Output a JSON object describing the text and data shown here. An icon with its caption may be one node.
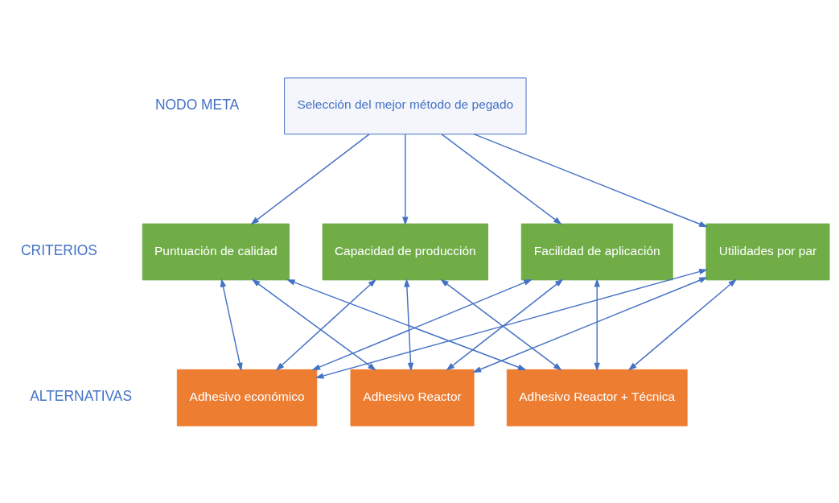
{
  "diagram": {
    "nodes": [
      {
        "text": [
          "Selección del mejor método de pegado"
        ]
      },
      {
        "text": [
          "Puntuación de calidad"
        ]
      },
      {
        "text": [
          "Capacidad de producción"
        ]
      },
      {
        "text": [
          "Facilidad de aplicación"
        ]
      },
      {
        "text": [
          "Utilidades por par"
        ]
      },
      {
        "text": [
          "Adhesivo económico"
        ]
      },
      {
        "text": [
          "Adhesivo Reactor"
        ]
      },
      {
        "text": [
          "Adhesivo Reactor + Técnica"
        ]
      }
    ],
    "edges": [
      {
        "from": 0,
        "to": 1,
        "arrow": "to"
      },
      {
        "from": 0,
        "to": 2,
        "arrow": "to"
      },
      {
        "from": 0,
        "to": 3,
        "arrow": "to"
      },
      {
        "from": 0,
        "to": 4,
        "arrow": "to"
      },
      {
        "from": 1,
        "to": 5,
        "arrow": "both"
      },
      {
        "from": 1,
        "to": 6,
        "arrow": "both"
      },
      {
        "from": 1,
        "to": 7,
        "arrow": "both"
      },
      {
        "from": 2,
        "to": 5,
        "arrow": "both"
      },
      {
        "from": 2,
        "to": 6,
        "arrow": "both"
      },
      {
        "from": 2,
        "to": 7,
        "arrow": "both"
      },
      {
        "from": 3,
        "to": 5,
        "arrow": "both"
      },
      {
        "from": 3,
        "to": 6,
        "arrow": "both"
      },
      {
        "from": 3,
        "to": 7,
        "arrow": "both"
      },
      {
        "from": 4,
        "to": 5,
        "arrow": "both"
      },
      {
        "from": 4,
        "to": 6,
        "arrow": "both"
      },
      {
        "from": 4,
        "to": 7,
        "arrow": "both"
      }
    ],
    "labels": [
      "NODO META",
      "CRITERIOS",
      "ALTERNATIVAS"
    ]
  }
}
